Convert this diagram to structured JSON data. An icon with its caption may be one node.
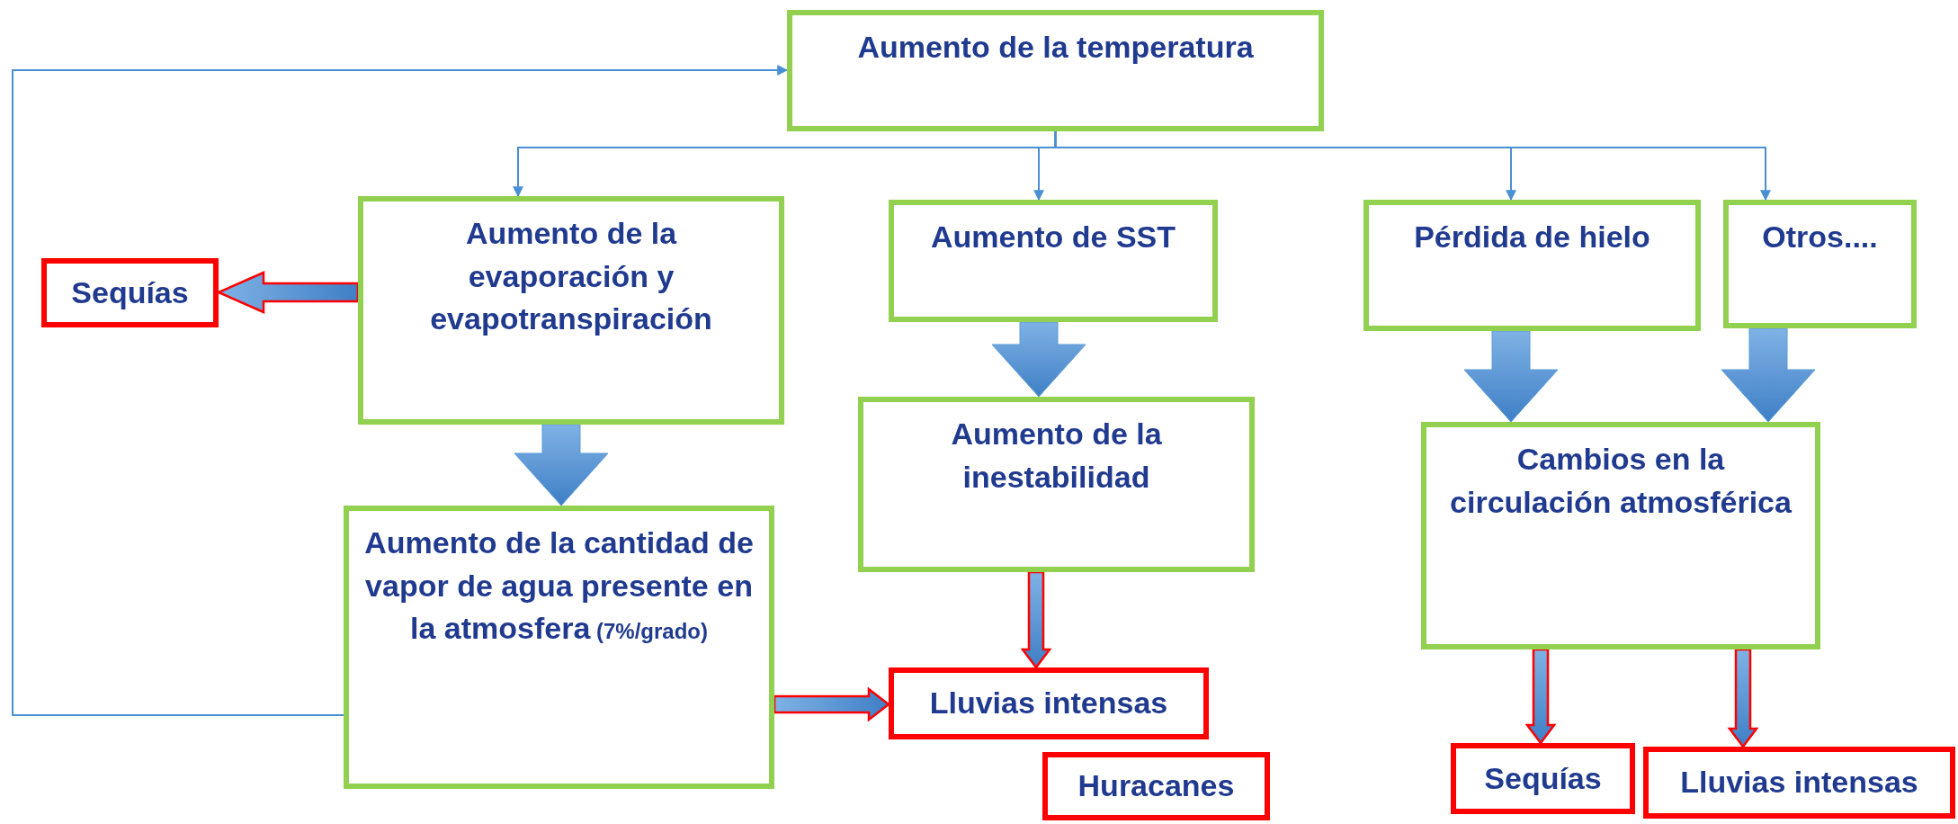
{
  "diagram": {
    "nodes": [
      {
        "text": [
          "Aumento de la temperatura"
        ]
      },
      {
        "text": [
          "Aumento de la evaporación y evapotranspiración"
        ]
      },
      {
        "text": [
          "Sequías"
        ]
      },
      {
        "text": [
          "Aumento de SST"
        ]
      },
      {
        "text": [
          "Pérdida de hielo"
        ]
      },
      {
        "text": [
          "Otros...."
        ]
      },
      {
        "text": [
          "Aumento de la inestabilidad"
        ]
      },
      {
        "text": [
          "Aumento de la cantidad de vapor de agua presente en la atmosfera",
          "(7%/grado)"
        ]
      },
      {
        "text": [
          "Cambios en la circulación atmosférica"
        ]
      },
      {
        "text": [
          "Lluvias intensas"
        ]
      },
      {
        "text": [
          "Huracanes"
        ]
      },
      {
        "text": [
          "Sequías"
        ]
      },
      {
        "text": [
          "Lluvias intensas"
        ]
      }
    ],
    "edges": [
      {
        "from": 0,
        "to": 1,
        "arrow": "to"
      },
      {
        "from": 0,
        "to": 3,
        "arrow": "to"
      },
      {
        "from": 0,
        "to": 4,
        "arrow": "to"
      },
      {
        "from": 0,
        "to": 5,
        "arrow": "to"
      },
      {
        "from": 7,
        "to": 0,
        "arrow": "to"
      },
      {
        "from": 1,
        "to": 2,
        "arrow": "to",
        "style": "thick",
        "color": "#ff0000"
      },
      {
        "from": 1,
        "to": 7,
        "arrow": "to",
        "style": "thick"
      },
      {
        "from": 3,
        "to": 6,
        "arrow": "to",
        "style": "thick"
      },
      {
        "from": 4,
        "to": 8,
        "arrow": "to",
        "style": "thick"
      },
      {
        "from": 5,
        "to": 8,
        "arrow": "to",
        "style": "thick"
      },
      {
        "from": 7,
        "to": 9,
        "arrow": "to",
        "style": "thick",
        "color": "#ff0000"
      },
      {
        "from": 6,
        "to": 9,
        "arrow": "to",
        "style": "thick",
        "color": "#ff0000"
      },
      {
        "from": 8,
        "to": 11,
        "arrow": "to",
        "style": "thick",
        "color": "#ff0000"
      },
      {
        "from": 8,
        "to": 12,
        "arrow": "to",
        "style": "thick",
        "color": "#ff0000"
      }
    ]
  }
}
